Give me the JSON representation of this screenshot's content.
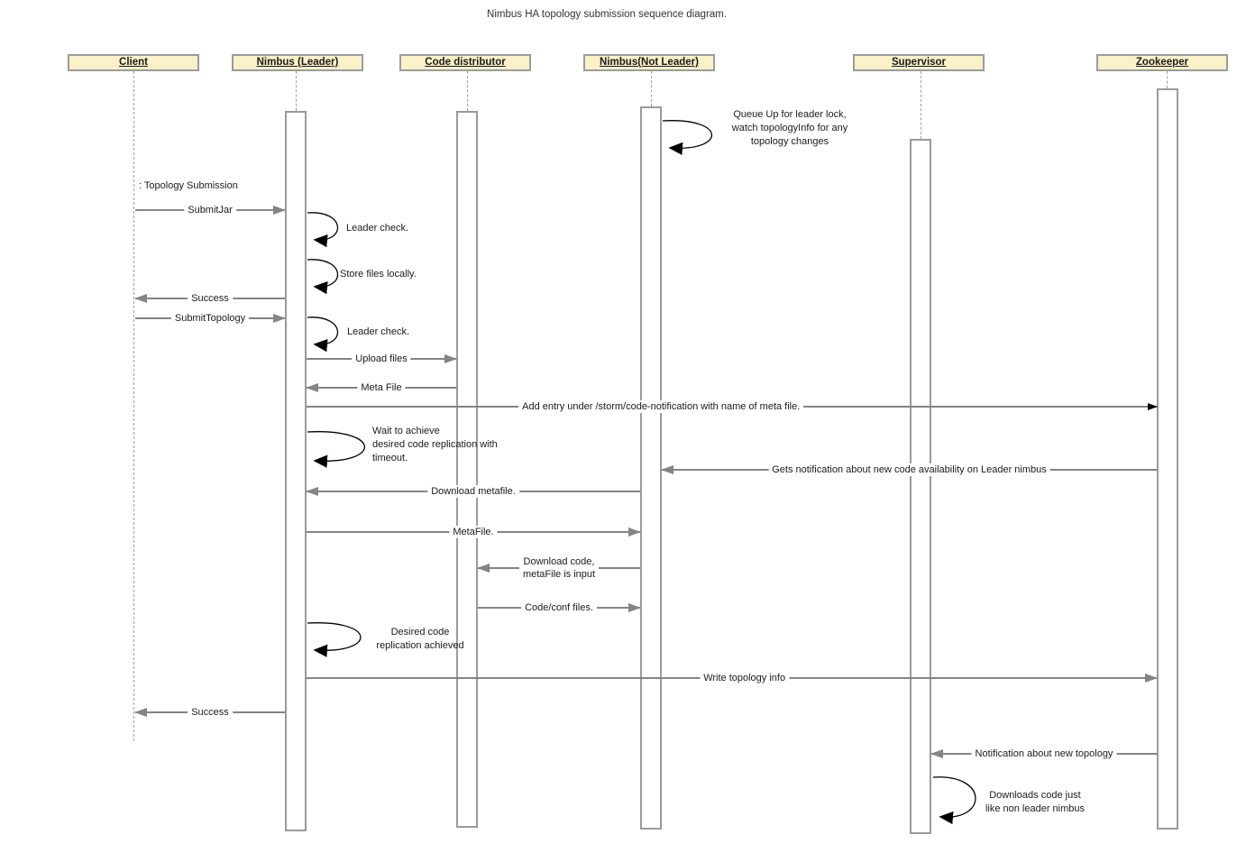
{
  "title": "Nimbus HA topology submission sequence diagram.",
  "participants": [
    {
      "label": "Client"
    },
    {
      "label": "Nimbus (Leader)"
    },
    {
      "label": "Code distributor"
    },
    {
      "label": "Nimbus(Not Leader)"
    },
    {
      "label": "Supervisor"
    },
    {
      "label": "Zookeeper"
    }
  ],
  "annotations": {
    "topology_submission": ": Topology Submission"
  },
  "messages": [
    {
      "label": "SubmitJar",
      "from": "Client",
      "to": "Nimbus (Leader)"
    },
    {
      "label": "Success",
      "from": "Nimbus (Leader)",
      "to": "Client"
    },
    {
      "label": "SubmitTopology",
      "from": "Client",
      "to": "Nimbus (Leader)"
    },
    {
      "label": "Upload files",
      "from": "Nimbus (Leader)",
      "to": "Code distributor"
    },
    {
      "label": "Meta File",
      "from": "Code distributor",
      "to": "Nimbus (Leader)"
    },
    {
      "label": "Add entry under /storm/code-notification with name of meta file.",
      "from": "Nimbus (Leader)",
      "to": "Zookeeper"
    },
    {
      "label": "Gets notification about new code availability on Leader nimbus",
      "from": "Zookeeper",
      "to": "Nimbus(Not Leader)"
    },
    {
      "label": "Download metafile.",
      "from": "Nimbus(Not Leader)",
      "to": "Nimbus (Leader)"
    },
    {
      "label": "MetaFile.",
      "from": "Nimbus (Leader)",
      "to": "Nimbus(Not Leader)"
    },
    {
      "label": "Download code,\nmetaFile is input",
      "from": "Nimbus(Not Leader)",
      "to": "Code distributor"
    },
    {
      "label": "Code/conf files.",
      "from": "Code distributor",
      "to": "Nimbus(Not Leader)"
    },
    {
      "label": "Write topology info",
      "from": "Nimbus (Leader)",
      "to": "Zookeeper"
    },
    {
      "label": "Success",
      "from": "Nimbus (Leader)",
      "to": "Client"
    },
    {
      "label": "Notification about new topology",
      "from": "Zookeeper",
      "to": "Supervisor"
    }
  ],
  "self_messages": [
    {
      "participant": "Nimbus(Not Leader)",
      "label": "Queue Up for leader lock,\nwatch topologyInfo for any\ntopology changes"
    },
    {
      "participant": "Nimbus (Leader)",
      "label": "Leader check."
    },
    {
      "participant": "Nimbus (Leader)",
      "label": "Store files locally."
    },
    {
      "participant": "Nimbus (Leader)",
      "label": "Leader check."
    },
    {
      "participant": "Nimbus (Leader)",
      "label": "Wait to achieve\ndesired code replication with\ntimeout."
    },
    {
      "participant": "Nimbus (Leader)",
      "label": "Desired code\nreplication achieved"
    },
    {
      "participant": "Supervisor",
      "label": "Downloads code just\nlike non leader nimbus"
    }
  ],
  "colors": {
    "header_fill": "#FBF1C9",
    "header_border": "#9B9B9B",
    "message_line": "#848484",
    "self_loop": "#000000",
    "lifeline": "#9E9E9E",
    "bar_fill": "#FFFFFF",
    "bar_border": "#9A9A9A"
  }
}
